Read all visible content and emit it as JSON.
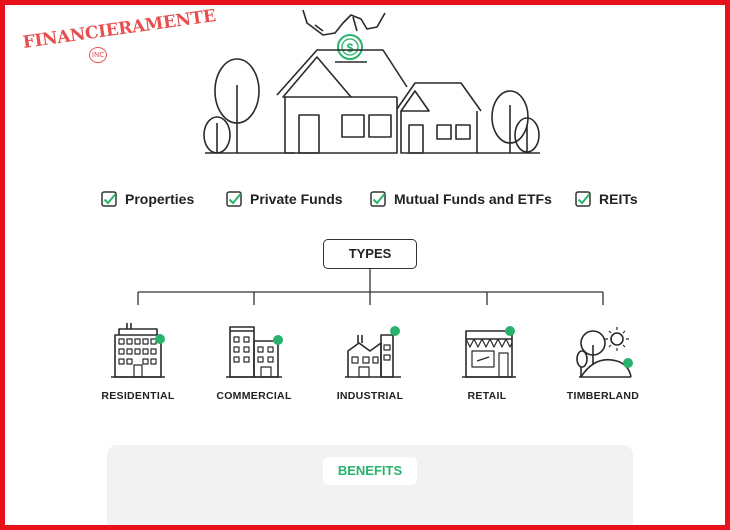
{
  "brand": {
    "name": "FINANCIERAMENTE",
    "badge": "INC"
  },
  "checklist": [
    {
      "label": "Properties"
    },
    {
      "label": "Private Funds"
    },
    {
      "label": "Mutual Funds and ETFs"
    },
    {
      "label": "REITs"
    }
  ],
  "types": {
    "label": "TYPES",
    "items": [
      {
        "label": "RESIDENTIAL",
        "icon": "residential-building-icon"
      },
      {
        "label": "COMMERCIAL",
        "icon": "commercial-buildings-icon"
      },
      {
        "label": "INDUSTRIAL",
        "icon": "factory-icon"
      },
      {
        "label": "RETAIL",
        "icon": "storefront-icon"
      },
      {
        "label": "TIMBERLAND",
        "icon": "landscape-trees-icon"
      }
    ]
  },
  "benefits": {
    "label": "BENEFITS"
  },
  "colors": {
    "accent": "#27b36b",
    "border": "#e8101a",
    "logo": "#e94e4e",
    "line": "#333333"
  }
}
